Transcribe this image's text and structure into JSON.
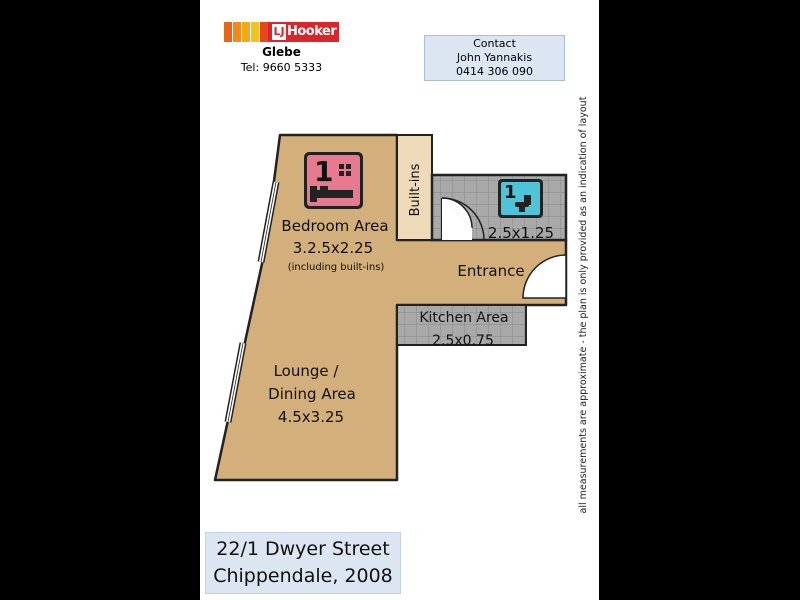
{
  "header": {
    "brand": "LJ Hooker",
    "brand_lj": "LJ",
    "brand_word": "Hooker",
    "office": "Glebe",
    "phone": "Tel: 9660 5333",
    "brand_colors": [
      "#e8641c",
      "#f08c1c",
      "#f4b41c",
      "#d8262a"
    ]
  },
  "contact": {
    "title": "Contact",
    "name": "John Yannakis",
    "phone": "0414 306 090"
  },
  "plan": {
    "rooms": {
      "bedroom": {
        "label": "Bedroom Area",
        "size": "3.2.5x2.25",
        "note": "(including built-ins)",
        "badge": "1"
      },
      "builtins": {
        "label": "Built-ins"
      },
      "bathroom": {
        "size": "2.5x1.25",
        "badge": "1"
      },
      "entrance": {
        "label": "Entrance"
      },
      "kitchen": {
        "label": "Kitchen Area",
        "size": "2.5x0.75"
      },
      "lounge": {
        "label_line1": "Lounge /",
        "label_line2": "Dining Area",
        "size": "4.5x3.25"
      }
    },
    "colors": {
      "floor": "#d3af7c",
      "tile": "#a9a9a9",
      "builtins": "#eed9b8",
      "bed_icon": "#e87a90",
      "bath_icon": "#4fc3d8"
    }
  },
  "disclaimer": "all measurements are approximate - the plan is only provided as an indication of layout",
  "address": {
    "line1": "22/1 Dwyer Street",
    "line2": "Chippendale, 2008"
  }
}
